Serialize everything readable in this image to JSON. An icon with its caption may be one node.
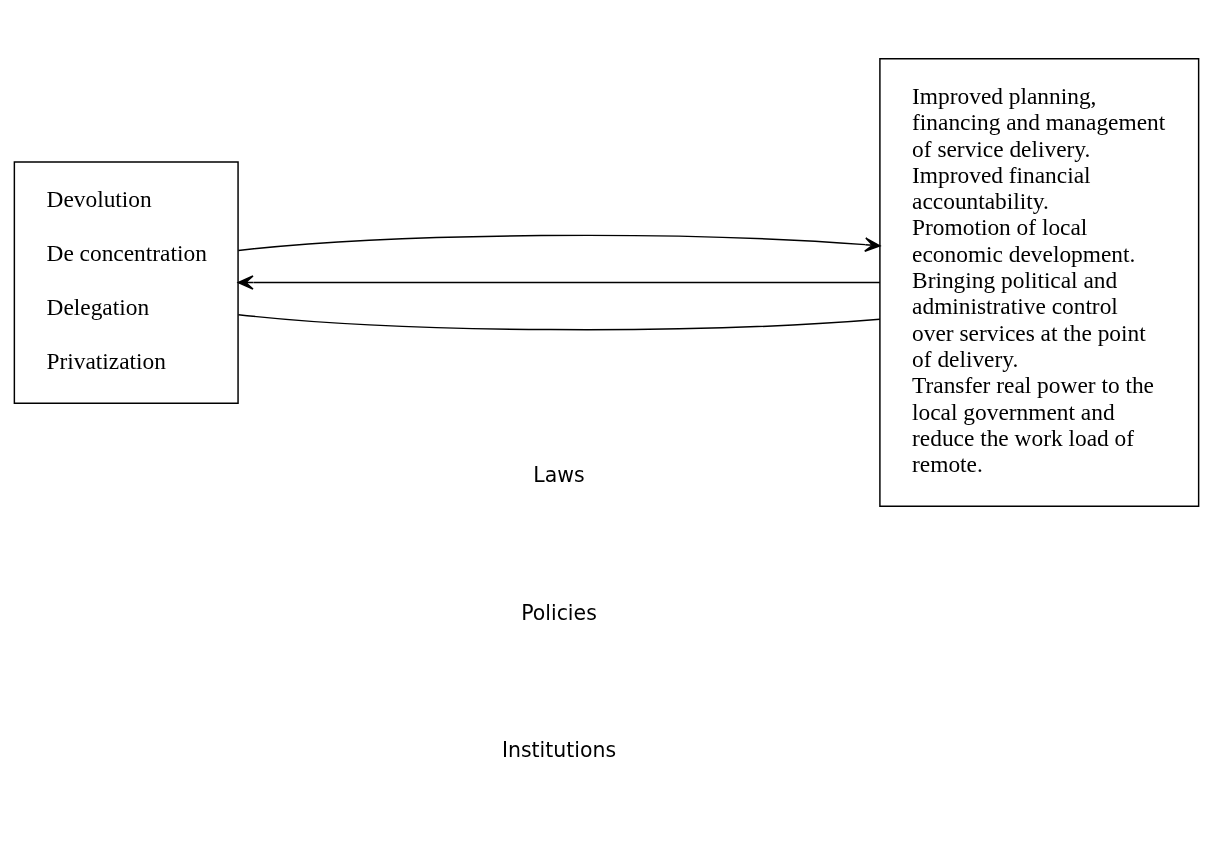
{
  "diagram": {
    "nodes": [
      {
        "text": [
          "Devolution",
          "De concentration",
          "Delegation",
          "Privatization"
        ]
      },
      {
        "text": [
          "Improved planning, financing and management of service delivery.",
          "Improved financial accountability.",
          "Promotion of local economic development.",
          "Bringing political and administrative control over services at the point of delivery.",
          "Transfer real power to the local government and reduce the work load of remote."
        ]
      }
    ],
    "edges": [
      {
        "from": 1,
        "to": 0,
        "arrow": "to"
      },
      {
        "from": 0,
        "to": 1,
        "arrow": "none"
      },
      {
        "from": 0,
        "to": 1,
        "arrow": "to"
      }
    ],
    "labels": [
      "Laws",
      "Policies",
      "Institutions"
    ]
  }
}
